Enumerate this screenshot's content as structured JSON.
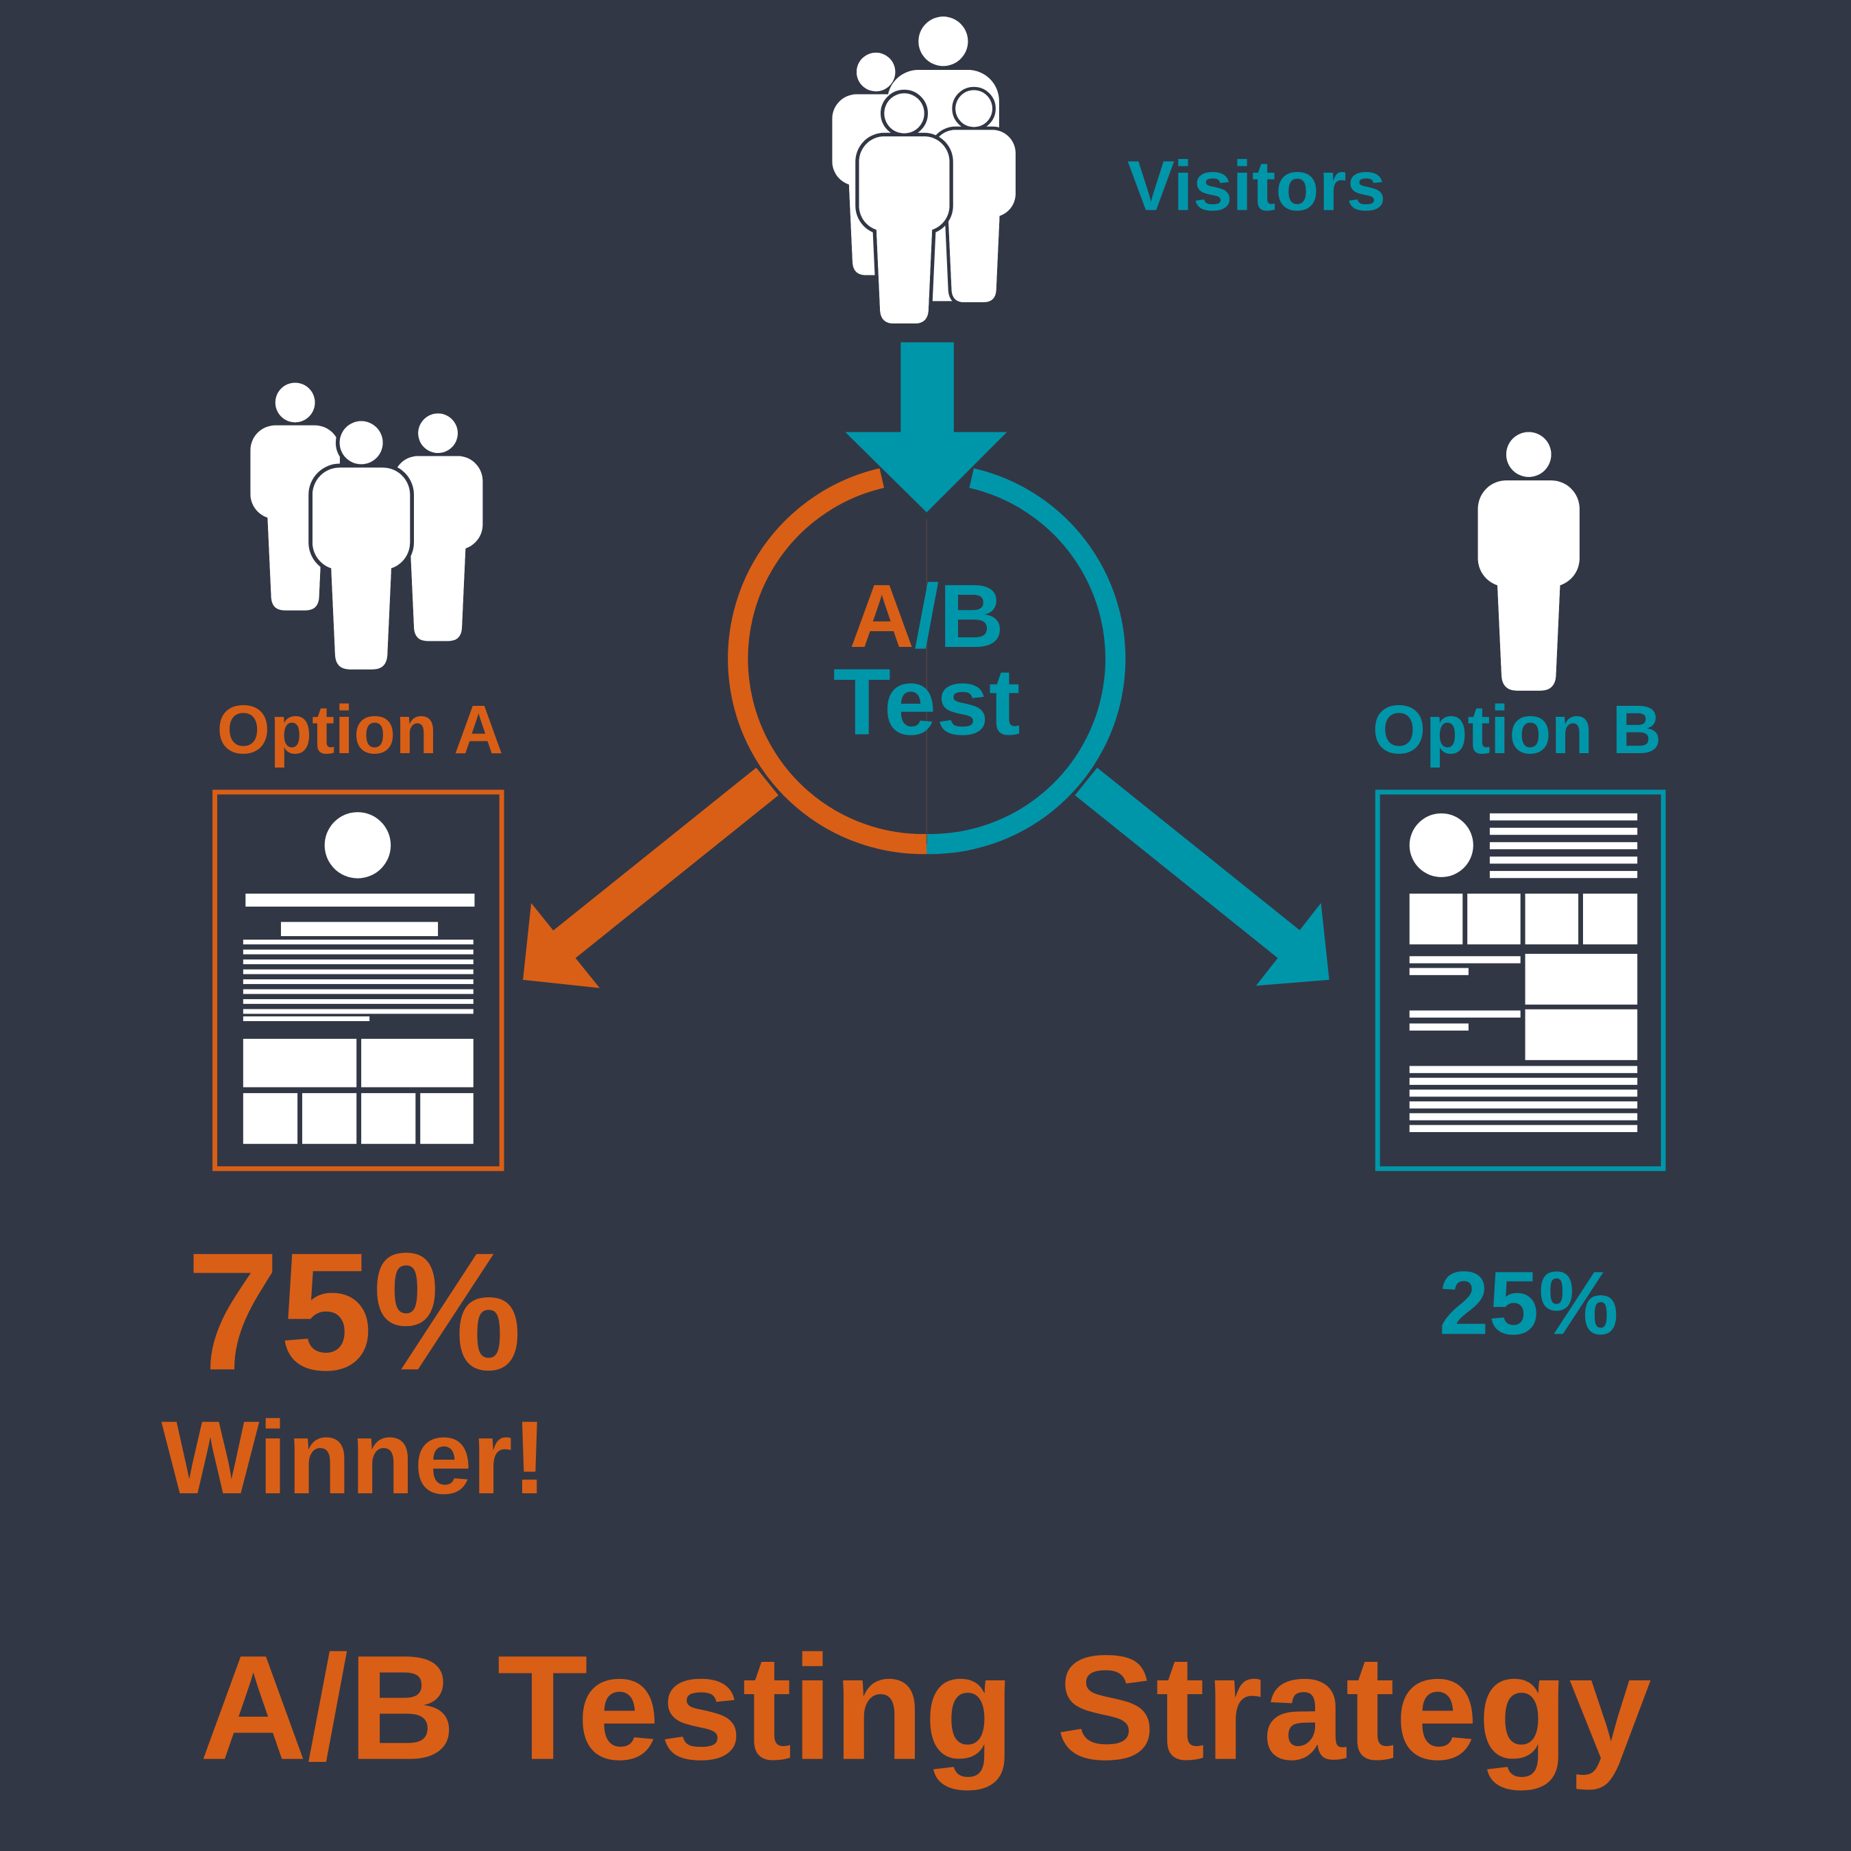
{
  "colors": {
    "background": "#323745",
    "option_a": "#D95F16",
    "option_b": "#0096AA",
    "icon": "#FFFFFF"
  },
  "visitors": {
    "label": "Visitors",
    "icon": "people-group-icon"
  },
  "center": {
    "letter_a": "A",
    "slash": "/",
    "letter_b": "B",
    "word": "Test"
  },
  "option_a": {
    "label": "Option A",
    "percent": "75%",
    "percent_value": 75,
    "result": "Winner!",
    "icon": "people-group-icon",
    "page_icon": "page-layout-a-icon"
  },
  "option_b": {
    "label": "Option B",
    "percent": "25%",
    "percent_value": 25,
    "icon": "person-icon",
    "page_icon": "page-layout-b-icon"
  },
  "title": "A/B Testing Strategy"
}
